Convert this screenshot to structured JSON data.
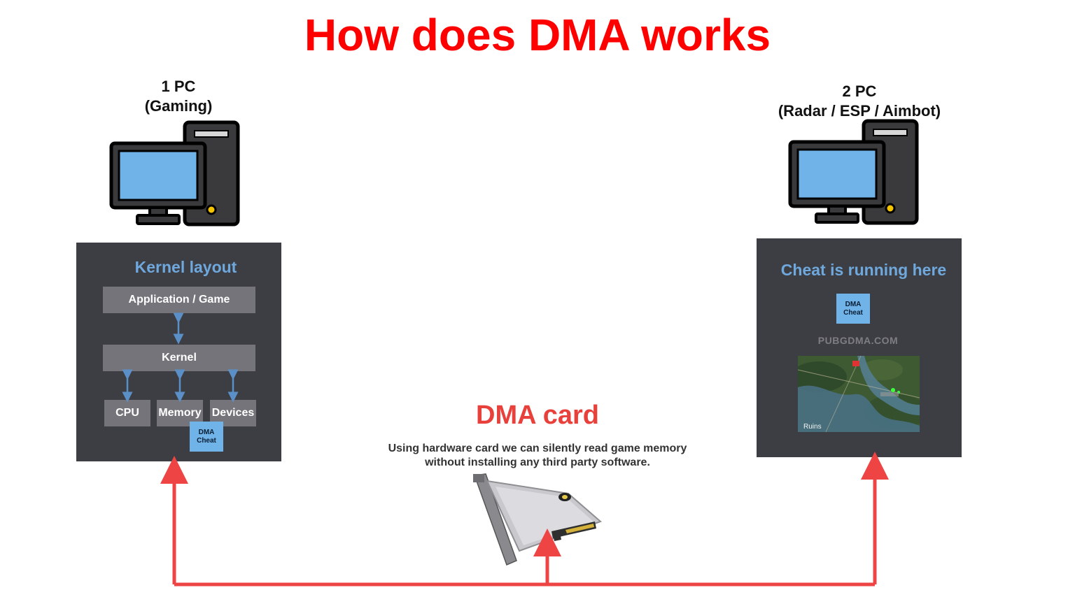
{
  "title": "How does DMA works",
  "pc1": {
    "label_line1": "1 PC",
    "label_line2": "(Gaming)",
    "icon": "desktop-computer-icon",
    "panel_title": "Kernel layout",
    "layers": {
      "app": "Application / Game",
      "kernel": "Kernel",
      "cpu": "CPU",
      "memory": "Memory",
      "devices": "Devices"
    },
    "dma_chip": {
      "line1": "DMA",
      "line2": "Cheat"
    }
  },
  "pc2": {
    "label_line1": "2 PC",
    "label_line2": "(Radar / ESP / Aimbot)",
    "icon": "desktop-computer-icon",
    "panel_title": "Cheat is running here",
    "dma_chip": {
      "line1": "DMA",
      "line2": "Cheat"
    },
    "site": "PUBGDMA.COM",
    "map_label": "Ruins"
  },
  "dma_card": {
    "title": "DMA card",
    "desc_line1": "Using hardware card we can silently read game memory",
    "desc_line2": "without installing any third party software."
  },
  "colors": {
    "title": "#ff0000",
    "accent_blue": "#6fa8dc",
    "panel_bg": "#3d3e44",
    "connector_red": "#ef4444"
  }
}
